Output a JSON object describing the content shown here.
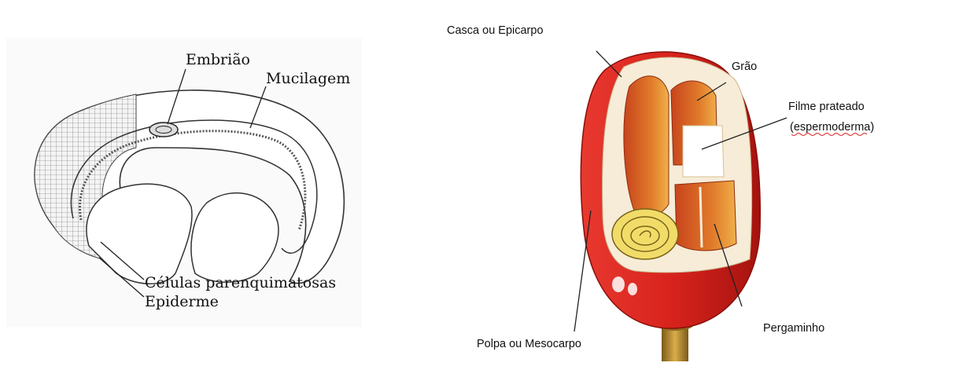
{
  "left_diagram": {
    "labels": {
      "embryo": "Embrião",
      "mucilage": "Mucilagem",
      "parenchyma": "Células parenquimatosas",
      "epidermis": "Epiderme"
    }
  },
  "right_diagram": {
    "labels": {
      "husk": "Casca ou Epicarpo",
      "grain": "Grão",
      "silver_film_1": "Filme prateado",
      "silver_film_2": "(espermoderma)",
      "pulp": "Polpa ou Mesocarpo",
      "parchment": "Pergaminho"
    }
  },
  "colors": {
    "fruit_red": "#d8231d",
    "fruit_dark": "#a5130f",
    "pulp_cream": "#f6ecd8",
    "bean_orange": "#e07a2a",
    "stem_gold": "#b8892e"
  }
}
